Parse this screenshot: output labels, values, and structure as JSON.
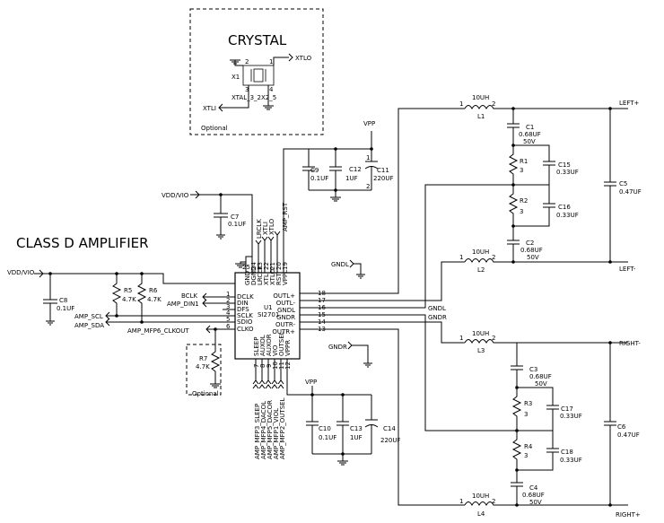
{
  "titles": {
    "crystal": "CRYSTAL",
    "class_d": "CLASS D AMPLIFIER"
  },
  "crystal": {
    "ref": "X1",
    "part": "XTAL_3_2X2_5",
    "out_net": "XTLO",
    "in_net": "XTLI",
    "pin1": "1",
    "pin2": "2",
    "pin3": "3",
    "pin4": "4",
    "optional": "Optional"
  },
  "ic": {
    "ref": "U1",
    "part": "SI2701",
    "left_pins": [
      {
        "num": "1",
        "name": "DCLK"
      },
      {
        "num": "2",
        "name": "DIN"
      },
      {
        "num": "3",
        "name": "DFS"
      },
      {
        "num": "4",
        "name": "SCLK"
      },
      {
        "num": "5",
        "name": "SDIO"
      },
      {
        "num": "6",
        "name": "CLKO"
      }
    ],
    "right_pins": [
      {
        "num": "18",
        "name": "OUTL+"
      },
      {
        "num": "17",
        "name": "OUTL-"
      },
      {
        "num": "16",
        "name": "GNDL"
      },
      {
        "num": "15",
        "name": "GNDR"
      },
      {
        "num": "14",
        "name": "OUTR-"
      },
      {
        "num": "13",
        "name": "OUTR+"
      }
    ],
    "top_pins": [
      {
        "num": "25",
        "name": "GND"
      },
      {
        "num": "24",
        "name": "DGND"
      },
      {
        "num": "23",
        "name": "LRCLK"
      },
      {
        "num": "22",
        "name": "XTLI"
      },
      {
        "num": "21",
        "name": "XTLO"
      },
      {
        "num": "20",
        "name": "RST"
      },
      {
        "num": "19",
        "name": "VPPL"
      }
    ],
    "bottom_pins": [
      {
        "num": "7",
        "name": "SLEEP"
      },
      {
        "num": "8",
        "name": "AUXOL"
      },
      {
        "num": "9",
        "name": "AUXOR"
      },
      {
        "num": "10",
        "name": "VIO"
      },
      {
        "num": "11",
        "name": "OUTSEL"
      },
      {
        "num": "12",
        "name": "VPPR"
      }
    ]
  },
  "nets": {
    "vpp_top": "VPP",
    "vpp_bottom": "VPP",
    "vdd_vio_top": "VDD/VIO",
    "vdd_vio_left": "VDD/VIO",
    "lrclk": "LRCLK",
    "xtli": "XTLI",
    "xtlo": "XTLO",
    "amp_rst": "AMP_RST",
    "bclk": "BCLK",
    "amp_din1": "AMP_DIN1",
    "amp_scl": "AMP_SCL",
    "amp_sda": "AMP_SDA",
    "amp_mfp6": "AMP_MFP6_CLKOUT",
    "gndl_port": "GNDL",
    "gndr_port": "GNDR",
    "gndl_wire": "GNDL",
    "gndr_wire": "GNDR",
    "left_plus": "LEFT+",
    "left_minus": "LEFT-",
    "right_minus": "RIGHT-",
    "right_plus": "RIGHT+",
    "bottom_nets": [
      "AMP_MFP3_SLEEP",
      "AMP_MFP4_DACOL",
      "AMP_MFP5_DACOR",
      "AMP_MFP1_VIOL",
      "AMP_MFP2_OUTSEL"
    ]
  },
  "components": {
    "c9": {
      "ref": "C9",
      "value": "0.1UF"
    },
    "c12": {
      "ref": "C12",
      "value": "1UF"
    },
    "c11": {
      "ref": "C11",
      "value": "220UF",
      "pin1": "1",
      "pin2": "2"
    },
    "c7": {
      "ref": "C7",
      "value": "0.1UF"
    },
    "c8": {
      "ref": "C8",
      "value": "0.1UF"
    },
    "r5": {
      "ref": "R5",
      "value": "4.7K"
    },
    "r6": {
      "ref": "R6",
      "value": "4.7K"
    },
    "r7": {
      "ref": "R7",
      "value": "4.7K",
      "optional": "Optional"
    },
    "c10": {
      "ref": "C10",
      "value": "0.1UF"
    },
    "c13": {
      "ref": "C13",
      "value": "1UF"
    },
    "c14": {
      "ref": "C14",
      "value": "220UF"
    },
    "l1": {
      "ref": "L1",
      "value": "10UH",
      "pin1": "1",
      "pin2": "2"
    },
    "l2": {
      "ref": "L2",
      "value": "10UH",
      "pin1": "1",
      "pin2": "2"
    },
    "l3": {
      "ref": "L3",
      "value": "10UH",
      "pin1": "1",
      "pin2": "2"
    },
    "l4": {
      "ref": "L4",
      "value": "10UH",
      "pin1": "1",
      "pin2": "2"
    },
    "c1": {
      "ref": "C1",
      "value": "0.68UF",
      "rating": "50V"
    },
    "c2": {
      "ref": "C2",
      "value": "0.68UF",
      "rating": "50V"
    },
    "c3": {
      "ref": "C3",
      "value": "0.68UF",
      "rating": "50V"
    },
    "c4": {
      "ref": "C4",
      "value": "0.68UF",
      "rating": "50V"
    },
    "r1": {
      "ref": "R1",
      "value": "3"
    },
    "r2": {
      "ref": "R2",
      "value": "3"
    },
    "r3": {
      "ref": "R3",
      "value": "3"
    },
    "r4": {
      "ref": "R4",
      "value": "3"
    },
    "c15": {
      "ref": "C15",
      "value": "0.33UF"
    },
    "c16": {
      "ref": "C16",
      "value": "0.33UF"
    },
    "c17": {
      "ref": "C17",
      "value": "0.33UF"
    },
    "c18": {
      "ref": "C18",
      "value": "0.33UF"
    },
    "c5": {
      "ref": "C5",
      "value": "0.47UF"
    },
    "c6": {
      "ref": "C6",
      "value": "0.47UF"
    }
  }
}
